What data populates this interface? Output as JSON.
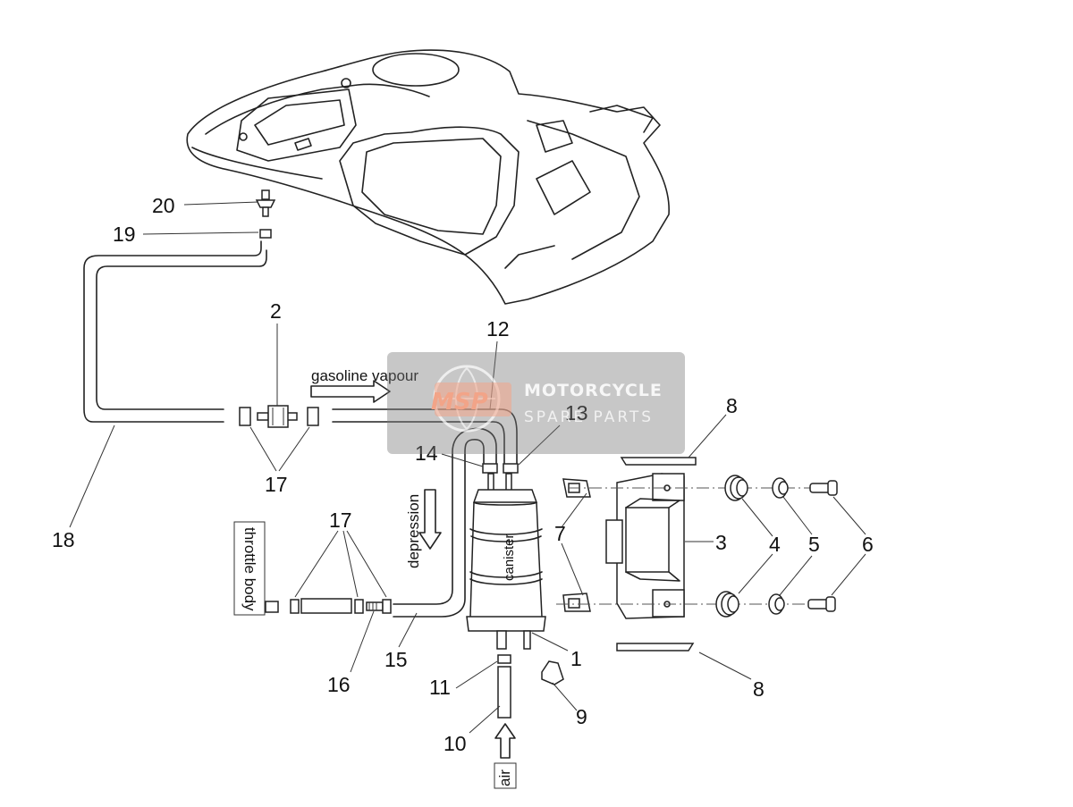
{
  "parts": {
    "p1": "1",
    "p2": "2",
    "p3": "3",
    "p4": "4",
    "p5": "5",
    "p6": "6",
    "p7": "7",
    "p8a": "8",
    "p8b": "8",
    "p9": "9",
    "p10": "10",
    "p11": "11",
    "p12": "12",
    "p13": "13",
    "p14": "14",
    "p15": "15",
    "p16": "16",
    "p17a": "17",
    "p17b": "17",
    "p18": "18",
    "p19": "19",
    "p20": "20"
  },
  "annotations": {
    "gasoline_vapour": "gasoline vapour",
    "depression": "depression",
    "canister": "canister",
    "throttle_body": "throttle body",
    "air": "air"
  },
  "watermark": {
    "logo": "MSP",
    "line1": "MOTORCYCLE",
    "line2": "SPARE PARTS"
  }
}
